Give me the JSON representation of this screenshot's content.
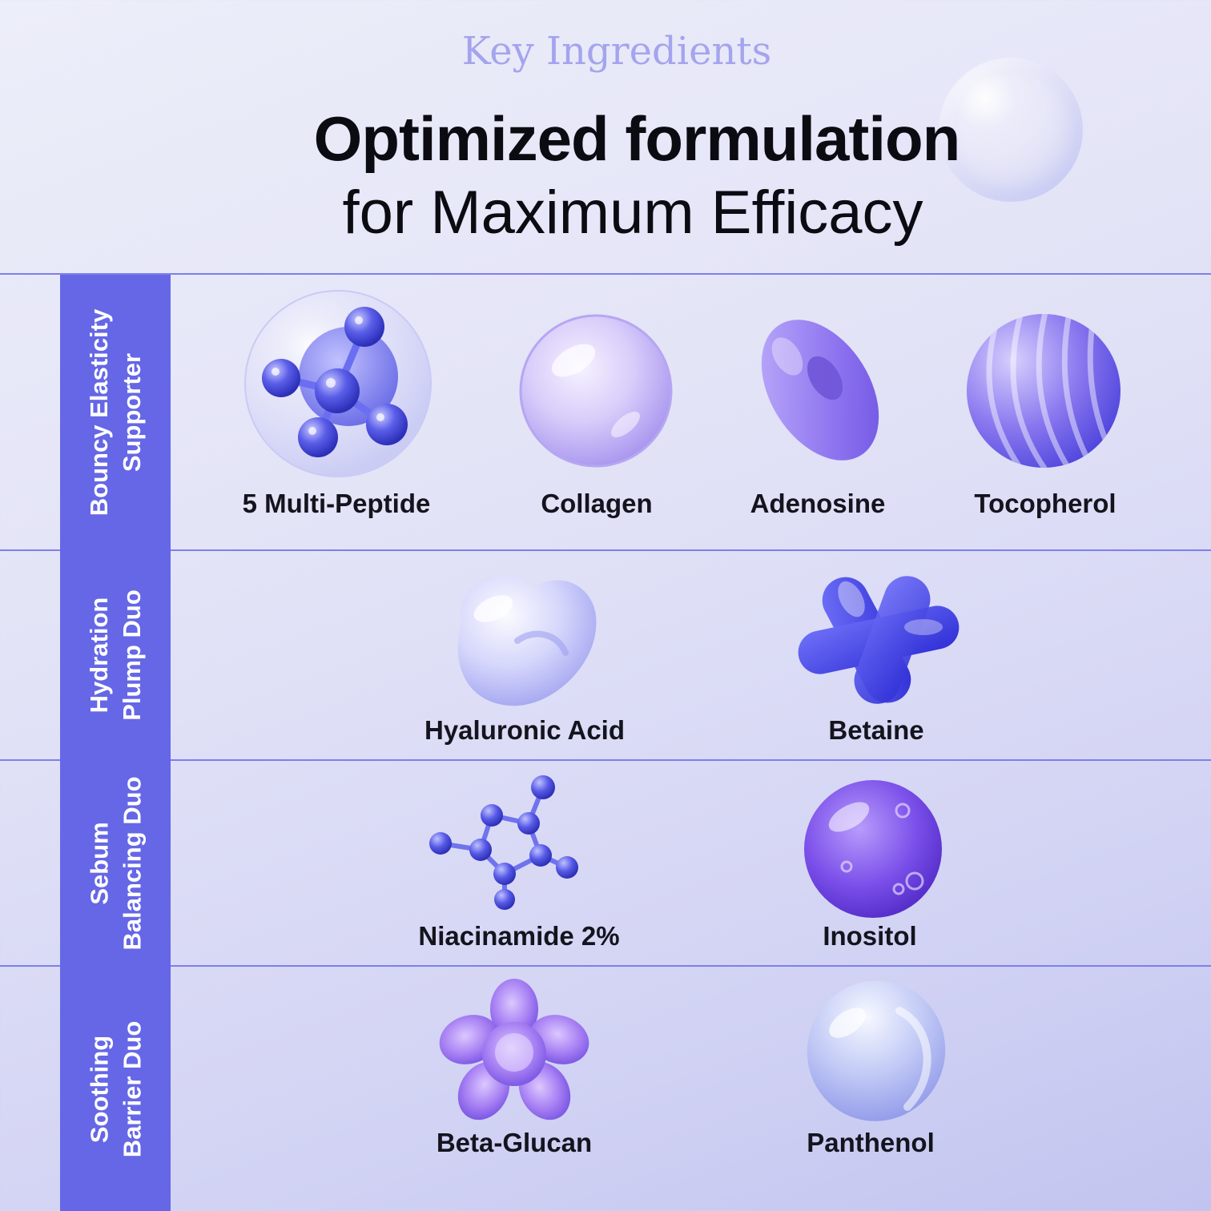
{
  "header": {
    "eyebrow": "Key Ingredients",
    "title": "Optimized formulation",
    "subtitle": "for Maximum Efficacy"
  },
  "colors": {
    "accent": "#6567e6",
    "eyebrow": "#a4a4ee",
    "divider": "#7e7fea",
    "text": "#14141e"
  },
  "categories": [
    {
      "lines": [
        "Bouncy Elasticity",
        "Supporter"
      ],
      "ingredients": [
        {
          "label": "5 Multi-Peptide",
          "icon": "multi-peptide-molecule-icon"
        },
        {
          "label": "Collagen",
          "icon": "collagen-bubble-icon"
        },
        {
          "label": "Adenosine",
          "icon": "adenosine-donut-icon"
        },
        {
          "label": "Tocopherol",
          "icon": "tocopherol-striped-sphere-icon"
        }
      ]
    },
    {
      "lines": [
        "Hydration",
        "Plump Duo"
      ],
      "ingredients": [
        {
          "label": "Hyaluronic Acid",
          "icon": "hyaluronic-acid-blob-icon"
        },
        {
          "label": "Betaine",
          "icon": "betaine-capsules-icon"
        }
      ]
    },
    {
      "lines": [
        "Sebum",
        "Balancing Duo"
      ],
      "ingredients": [
        {
          "label": "Niacinamide 2%",
          "icon": "niacinamide-molecule-icon"
        },
        {
          "label": "Inositol",
          "icon": "inositol-sphere-icon"
        }
      ]
    },
    {
      "lines": [
        "Soothing",
        "Barrier Duo"
      ],
      "ingredients": [
        {
          "label": "Beta-Glucan",
          "icon": "beta-glucan-flower-icon"
        },
        {
          "label": "Panthenol",
          "icon": "panthenol-blob-icon"
        }
      ]
    }
  ]
}
